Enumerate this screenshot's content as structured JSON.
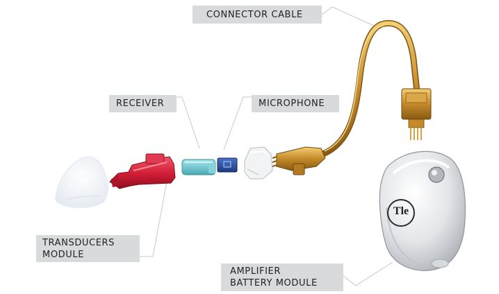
{
  "labels": {
    "connector_cable": "CONNECTOR CABLE",
    "receiver": "RECEIVER",
    "microphone": "MICROPHONE",
    "transducers_module": "TRANSDUCERS\nMODULE",
    "amplifier_battery_module": "AMPLIFIER\nBATTERY MODULE"
  },
  "logo_text": "Tle",
  "colors": {
    "label_bg": "#d9dadb",
    "leader_line": "#c8c8c8",
    "receiver_red": "#d4223a",
    "cable_gold": "#c9902e",
    "receiver_cyan": "#6cc6d0",
    "microphone_blue": "#2b4fa0"
  }
}
